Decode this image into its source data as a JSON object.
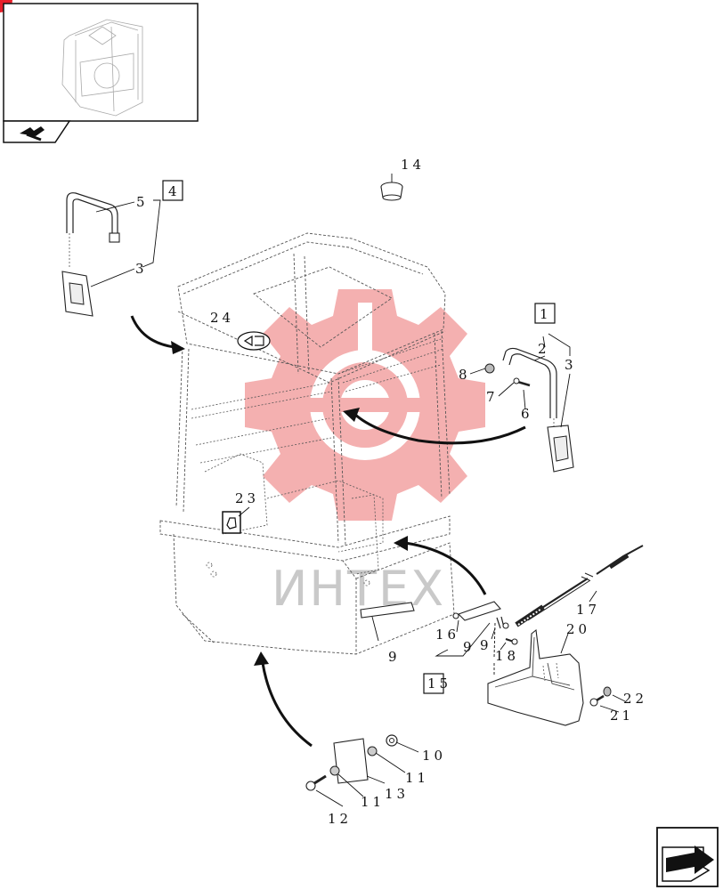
{
  "watermark": {
    "text": "ИНТЕХ",
    "logo_color": "#f3a3a3",
    "text_color": "#c9c9c9"
  },
  "corner_marker_color": "#e8202a",
  "labels": {
    "n1": "1",
    "n2": "2",
    "n3a": "3",
    "n3b": "3",
    "n4": "4",
    "n5": "5",
    "n6": "6",
    "n7": "7",
    "n8": "8",
    "n9a": "9",
    "n9b": "9",
    "n10": "10",
    "n11a": "11",
    "n11b": "11",
    "n12": "12",
    "n13": "13",
    "n14": "14",
    "n15": "15",
    "n16": "16",
    "n17": "17",
    "n18": "18",
    "n20": "20",
    "n21": "21",
    "n22": "22",
    "n23": "23",
    "n24": "24"
  },
  "icons": {
    "thumbnail": "cab-overview-thumbnail",
    "top_left_nav": "previous-page-icon",
    "bottom_right_nav": "next-page-icon"
  }
}
